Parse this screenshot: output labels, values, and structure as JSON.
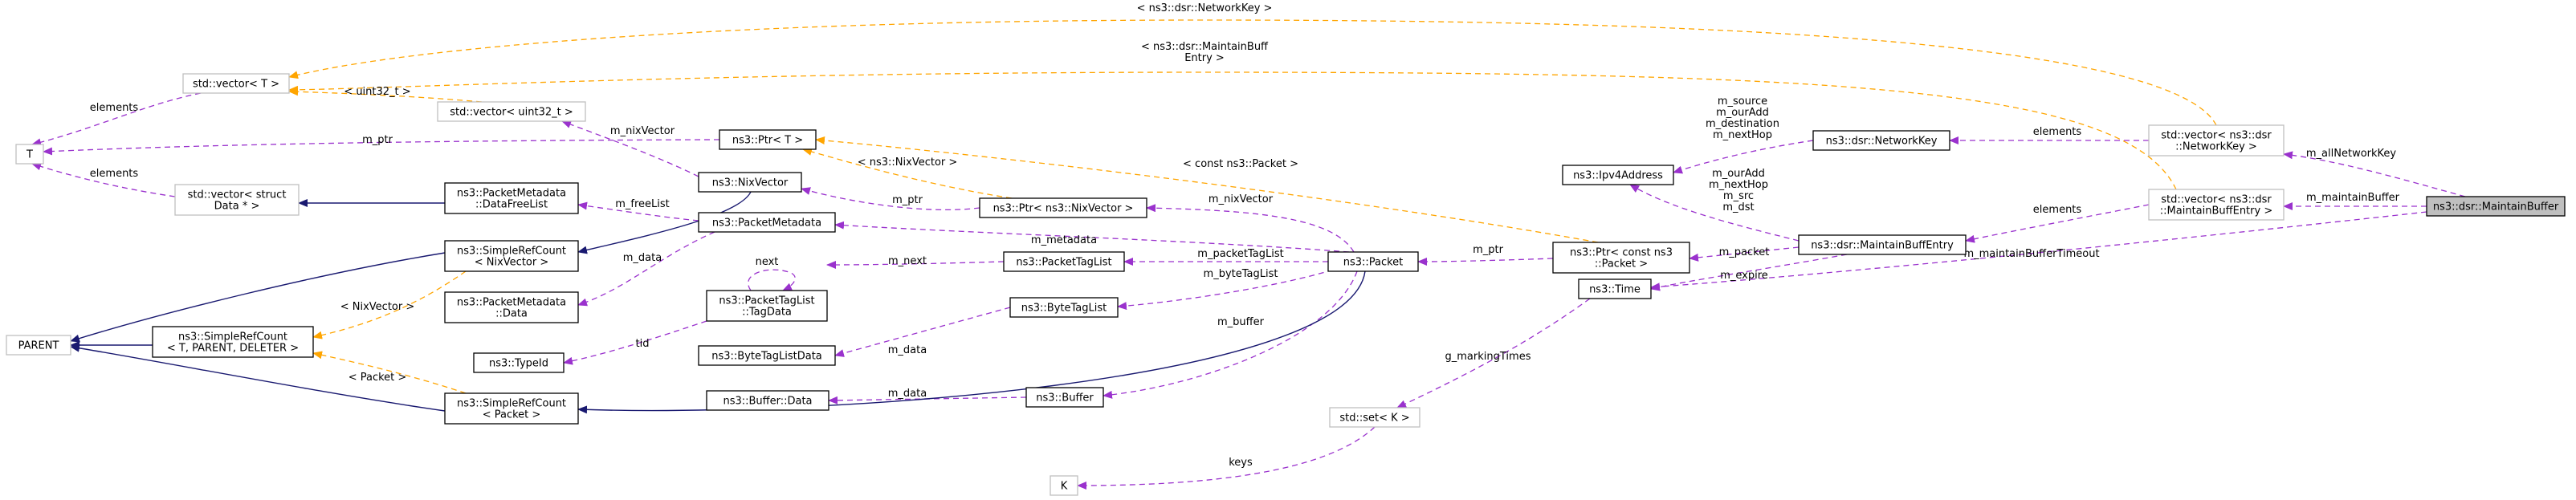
{
  "diagram": {
    "nodes": {
      "maintain_buffer": {
        "lines": [
          "ns3::dsr::MaintainBuffer"
        ]
      },
      "vector_network_key": {
        "lines": [
          "std::vector< ns3::dsr",
          "::NetworkKey >"
        ]
      },
      "vector_maintain_buff_entry": {
        "lines": [
          "std::vector< ns3::dsr",
          "::MaintainBuffEntry >"
        ]
      },
      "time": {
        "lines": [
          "ns3::Time"
        ]
      },
      "network_key": {
        "lines": [
          "ns3::dsr::NetworkKey"
        ]
      },
      "maintain_buff_entry": {
        "lines": [
          "ns3::dsr::MaintainBuffEntry"
        ]
      },
      "ipv4_address": {
        "lines": [
          "ns3::Ipv4Address"
        ]
      },
      "ptr_const_packet": {
        "lines": [
          "ns3::Ptr< const ns3",
          "::Packet >"
        ]
      },
      "set_k": {
        "lines": [
          "std::set< K >"
        ]
      },
      "k": {
        "lines": [
          "K"
        ]
      },
      "packet": {
        "lines": [
          "ns3::Packet"
        ]
      },
      "ptr_nix_vector": {
        "lines": [
          "ns3::Ptr< ns3::NixVector >"
        ]
      },
      "packet_tag_list": {
        "lines": [
          "ns3::PacketTagList"
        ]
      },
      "byte_tag_list": {
        "lines": [
          "ns3::ByteTagList"
        ]
      },
      "buffer": {
        "lines": [
          "ns3::Buffer"
        ]
      },
      "nix_vector": {
        "lines": [
          "ns3::NixVector"
        ]
      },
      "packet_metadata": {
        "lines": [
          "ns3::PacketMetadata"
        ]
      },
      "ptr_t": {
        "lines": [
          "ns3::Ptr< T >"
        ]
      },
      "packet_tag_list_tag_data": {
        "lines": [
          "ns3::PacketTagList",
          "::TagData"
        ]
      },
      "byte_tag_list_data": {
        "lines": [
          "ns3::ByteTagListData"
        ]
      },
      "buffer_data": {
        "lines": [
          "ns3::Buffer::Data"
        ]
      },
      "vector_uint32": {
        "lines": [
          "std::vector< uint32_t >"
        ]
      },
      "packet_metadata_data_free_list": {
        "lines": [
          "ns3::PacketMetadata",
          "::DataFreeList"
        ]
      },
      "packet_metadata_data": {
        "lines": [
          "ns3::PacketMetadata",
          "::Data"
        ]
      },
      "type_id": {
        "lines": [
          "ns3::TypeId"
        ]
      },
      "simple_ref_count_nix_vector": {
        "lines": [
          "ns3::SimpleRefCount",
          "< NixVector >"
        ]
      },
      "simple_ref_count_packet": {
        "lines": [
          "ns3::SimpleRefCount",
          "< Packet >"
        ]
      },
      "simple_ref_count_generic": {
        "lines": [
          "ns3::SimpleRefCount",
          "< T, PARENT, DELETER >"
        ]
      },
      "vector_t": {
        "lines": [
          "std::vector< T >"
        ]
      },
      "vector_struct_data": {
        "lines": [
          "std::vector< struct",
          "Data * >"
        ]
      },
      "t": {
        "lines": [
          "T"
        ]
      },
      "parent": {
        "lines": [
          "PARENT"
        ]
      }
    },
    "edge_labels": {
      "m_all_network_key": [
        "m_allNetworkKey"
      ],
      "m_maintain_buffer": [
        "m_maintainBuffer"
      ],
      "m_maintain_buffer_timeout": [
        "m_maintainBufferTimeout"
      ],
      "elements_network_key": [
        "elements"
      ],
      "elements_maintain_buff_entry": [
        "elements"
      ],
      "ipv4_from_network_key": [
        "m_source",
        "m_ourAdd",
        "m_destination",
        "m_nextHop"
      ],
      "ipv4_from_entry": [
        "m_ourAdd",
        "m_nextHop",
        "m_src",
        "m_dst"
      ],
      "m_packet": [
        "m_packet"
      ],
      "m_expire": [
        "m_expire"
      ],
      "m_ptr_packet": [
        "m_ptr"
      ],
      "g_marking_times": [
        "g_markingTimes"
      ],
      "keys": [
        "keys"
      ],
      "m_nix_vector_packet": [
        "m_nixVector"
      ],
      "m_metadata": [
        "m_metadata"
      ],
      "m_packet_tag_list": [
        "m_packetTagList"
      ],
      "m_byte_tag_list": [
        "m_byteTagList"
      ],
      "m_buffer": [
        "m_buffer"
      ],
      "m_ptr_nix": [
        "m_ptr"
      ],
      "m_next": [
        "m_next"
      ],
      "next": [
        "next"
      ],
      "tid": [
        "tid"
      ],
      "m_data_byte": [
        "m_data"
      ],
      "m_data_buffer": [
        "m_data"
      ],
      "m_nix_vector_vector": [
        "m_nixVector"
      ],
      "m_free_list": [
        "m_freeList"
      ],
      "m_data_metadata": [
        "m_data"
      ],
      "m_ptr_t": [
        "m_ptr"
      ],
      "elements_vector_t": [
        "elements"
      ],
      "elements_struct_data": [
        "elements"
      ],
      "tmpl_network_key": [
        "< ns3::dsr::NetworkKey >"
      ],
      "tmpl_maintain_buff_entry": [
        "< ns3::dsr::MaintainBuff",
        "Entry >"
      ],
      "tmpl_uint32": [
        "< uint32_t >"
      ],
      "tmpl_const_packet": [
        "< const ns3::Packet >"
      ],
      "tmpl_nix_vector_ptr": [
        "< ns3::NixVector >"
      ],
      "tmpl_nix_vector_ref": [
        "< NixVector >"
      ],
      "tmpl_packet_ref": [
        "< Packet >"
      ]
    }
  },
  "colors": {
    "usage_edge": "#9a32cd",
    "inheritance_edge": "#191970",
    "template_edge": "#ffa500",
    "template_node_border": "#bfbfbf",
    "focus_node_fill": "#bfbfbf"
  }
}
